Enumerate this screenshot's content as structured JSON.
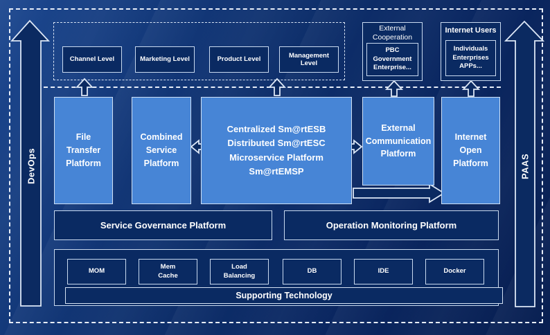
{
  "diagram": {
    "left_rail": {
      "label": "DevOps"
    },
    "right_rail": {
      "label": "PAAS"
    },
    "top_levels": {
      "items": [
        {
          "label": "Channel Level"
        },
        {
          "label": "Marketing Level"
        },
        {
          "label": "Product Level"
        },
        {
          "label": "Management Level"
        }
      ]
    },
    "external_cooperation": {
      "title": "External\nCooperation",
      "inner": "PBC Government\nEnterprise..."
    },
    "internet_users": {
      "title": "Internet Users",
      "inner": "Individuals\nEnterprises\nAPPs..."
    },
    "platforms": {
      "file_transfer": "File\nTransfer\nPlatform",
      "combined_service": "Combined\nService\nPlatform",
      "esb": "Centralized Sm@rtESB\nDistributed Sm@rtESC\nMicroservice Platform Sm@rtEMSP",
      "external_communication": "External\nCommunication\nPlatform",
      "internet_open": "Internet\nOpen\nPlatform"
    },
    "governance": {
      "label": "Service Governance Platform"
    },
    "monitoring": {
      "label": "Operation Monitoring Platform"
    },
    "supporting": {
      "items": [
        {
          "label": "MOM"
        },
        {
          "label": "Mem\nCache"
        },
        {
          "label": "Load\nBalancing"
        },
        {
          "label": "DB"
        },
        {
          "label": "IDE"
        },
        {
          "label": "Docker"
        }
      ],
      "bar_label": "Supporting Technology"
    },
    "colors": {
      "background_dark": "#0a2660",
      "background_light": "#1d4890",
      "box_dark": "#0a2a62",
      "box_light": "#4785d6",
      "border_light": "#c9daf0",
      "text": "#ffffff"
    }
  }
}
